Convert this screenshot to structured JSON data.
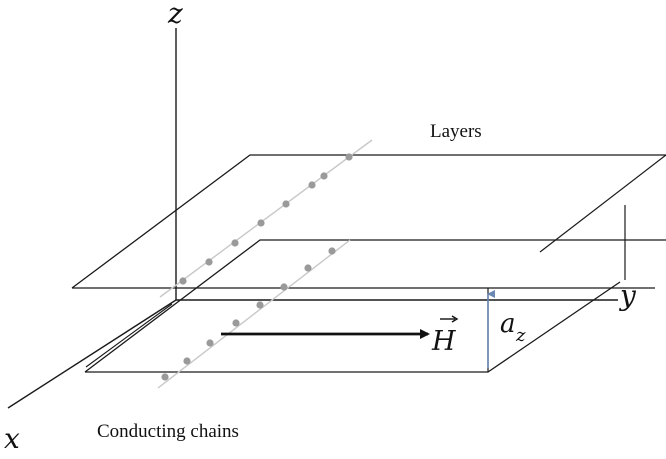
{
  "axes": {
    "x": "x",
    "y": "y",
    "z": "z"
  },
  "labels": {
    "layers": "Layers",
    "chains": "Conducting chains",
    "field": "H",
    "spacing_base": "a",
    "spacing_sub": "z"
  },
  "colors": {
    "line": "#1a1a1a",
    "dots": "#9a9a9a",
    "dot_line": "#c8c8c8",
    "spacing_arrow": "#6b87b3"
  }
}
